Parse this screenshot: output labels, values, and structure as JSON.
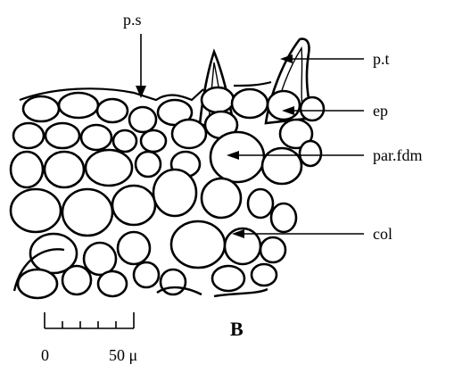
{
  "figure": {
    "panel_label": "B",
    "labels": {
      "ps": "p.s",
      "pt": "p.t",
      "ep": "ep",
      "parfdm": "par.fdm",
      "col": "col"
    },
    "scale_bar": {
      "start": "0",
      "end": "50 μ"
    }
  }
}
